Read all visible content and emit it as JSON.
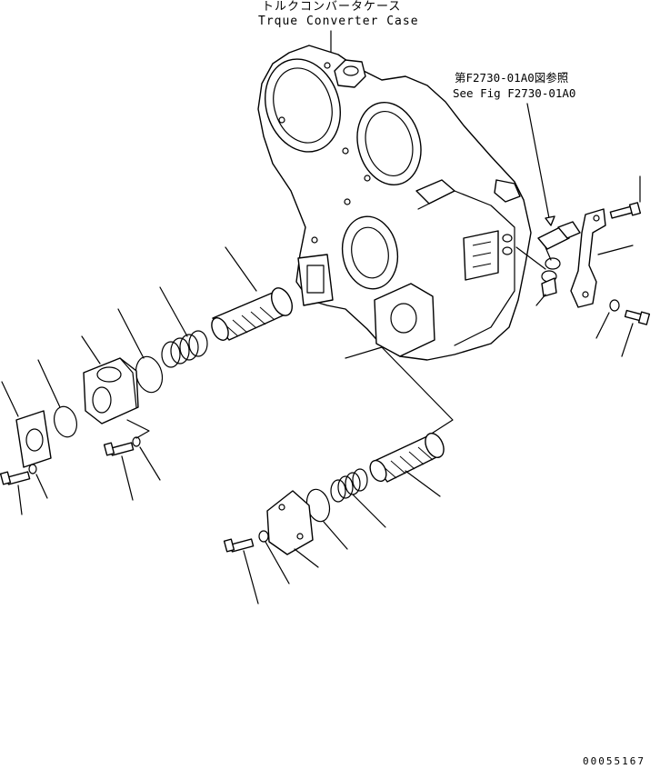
{
  "labels": {
    "case_jp": "トルクコンバータケース",
    "case_en": "Trque Converter Case",
    "ref_jp": "第F2730-01A0図参照",
    "ref_en": "See Fig F2730-01A0",
    "drawing_no": "00055167"
  },
  "icons": {
    "part_shape": "exploded-view-part",
    "leader": "callout-leader-line"
  }
}
